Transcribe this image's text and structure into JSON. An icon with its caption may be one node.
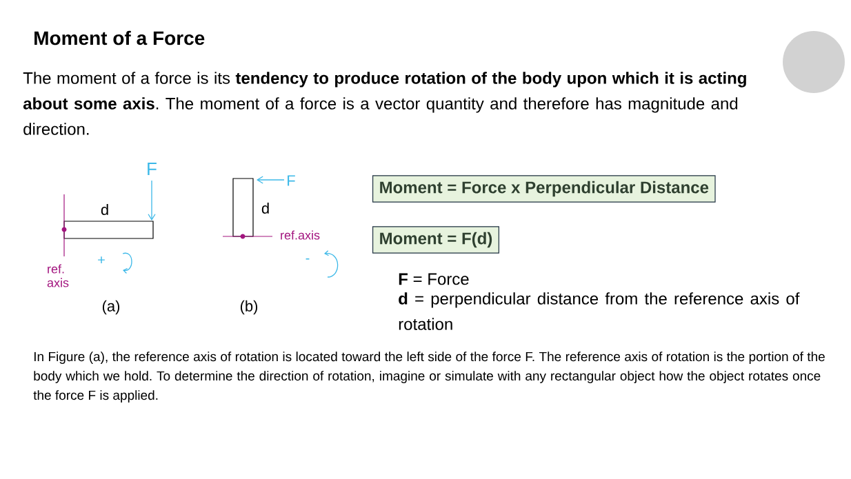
{
  "diagram": {
    "title": "Moment of a Force",
    "nodes": [
      {
        "text": [
          "Moment = Force x Perpendicular Distance"
        ]
      },
      {
        "text": [
          "Moment = F(d)"
        ]
      }
    ],
    "labels": [
      "The moment of a force is its **tendency to produce rotation of the body upon which it is acting about some axis**. The moment of a force is a vector quantity and therefore has magnitude and direction.",
      "F",
      "d",
      "ref. axis",
      "+",
      "(a)",
      "F",
      "d",
      "ref.axis",
      "-",
      "(b)",
      "**F** = Force",
      "**d** = perpendicular distance from the reference axis of rotation",
      "In Figure (a), the reference axis of rotation is located toward the left side of the force F. The reference axis of rotation is the portion of the body which we hold. To determine the direction of rotation, imagine or simulate with any rectangular object how the object rotates once the force F is applied."
    ]
  }
}
